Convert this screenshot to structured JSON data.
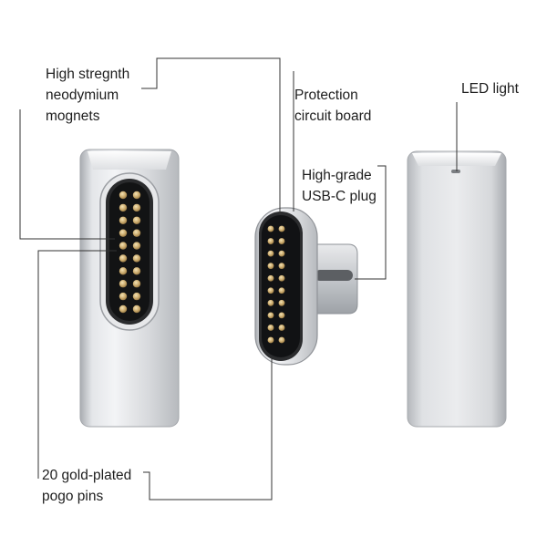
{
  "labels": {
    "magnets": [
      "High stregnth",
      "neodymium",
      "mognets"
    ],
    "protection_board": [
      "Protection",
      "circuit board"
    ],
    "led": [
      "LED light"
    ],
    "usbc_plug": [
      "High-grade",
      "USB-C plug"
    ],
    "pogo_pins": [
      "20 gold-plated",
      "pogo pins"
    ]
  },
  "colors": {
    "silver_body": "#c9cbcf",
    "silver_highlight": "#f1f2f4",
    "pin_gold": "#c9a86a",
    "connector_black": "#1a1a1a",
    "leader_line": "#333333"
  },
  "pins": {
    "count": 20
  }
}
